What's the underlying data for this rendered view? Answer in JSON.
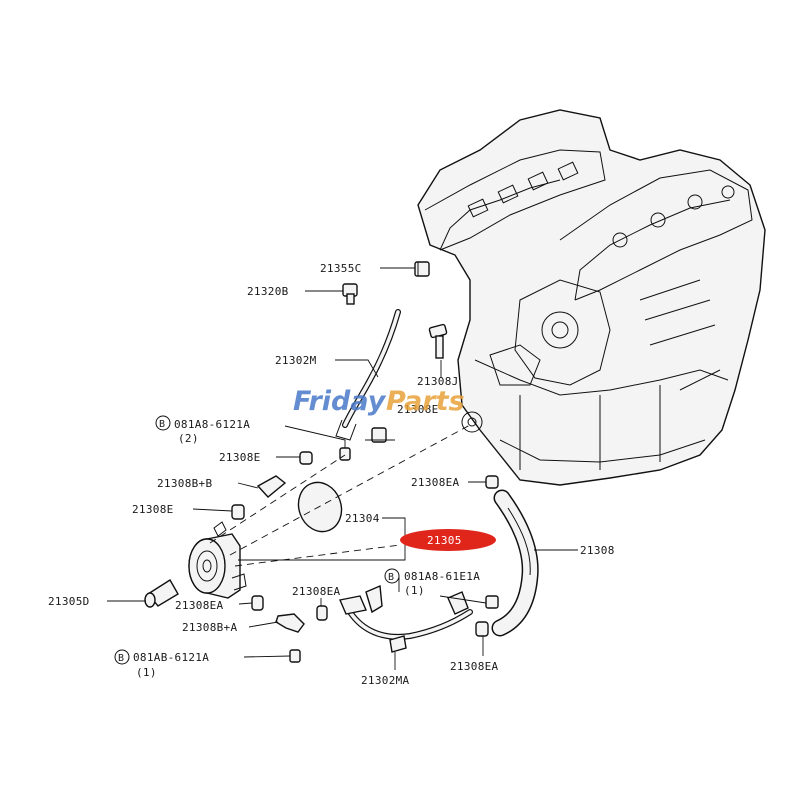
{
  "watermark": {
    "text_part1": "Friday",
    "text_part2": "Parts",
    "color_blue": "#4a78c8",
    "color_orange": "#e8a23a"
  },
  "highlight": {
    "label": "21305",
    "color": "#e0251b"
  },
  "labels": {
    "l_21355C": "21355C",
    "l_21320B": "21320B",
    "l_21302M": "21302M",
    "l_21308J": "21308J",
    "l_21308E_top": "21308E",
    "l_bolt1": "081A8-6121A",
    "l_bolt1_qty": "(2)",
    "l_21308E_mid": "21308E",
    "l_21308B_B": "21308B+B",
    "l_21308EA_r": "21308EA",
    "l_21308E_low": "21308E",
    "l_21304": "21304",
    "l_21308": "21308",
    "l_21305D": "21305D",
    "l_21308EA_a": "21308EA",
    "l_21308EA_b": "21308EA",
    "l_bolt2": "081A8-61E1A",
    "l_bolt2_qty": "(1)",
    "l_21308B_A": "21308B+A",
    "l_bolt3": "081AB-6121A",
    "l_bolt3_qty": "(1)",
    "l_21302MA": "21302MA",
    "l_21308EA_c": "21308EA",
    "bolt_prefix": "B"
  }
}
